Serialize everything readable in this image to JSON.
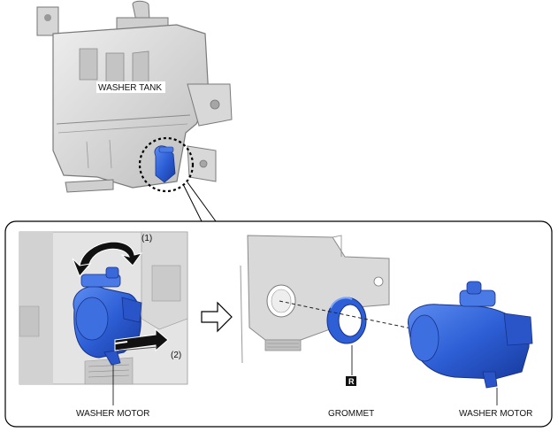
{
  "labels": {
    "washer_tank": "WASHER TANK",
    "step_rotate": "(1)",
    "step_pull": "(2)",
    "washer_motor_left": "WASHER MOTOR",
    "washer_motor_right": "WASHER MOTOR",
    "grommet": "GROMMET",
    "replace_mark": "R"
  },
  "colors": {
    "tank_gray": "#dcdcdc",
    "tank_edge": "#7a7a7a",
    "motor_blue": "#2e5fd6",
    "motor_dark": "#1b3a93",
    "callout_dash": "#000000"
  },
  "icons": {
    "arrow_next": "hollow-right-arrow-icon",
    "rotate_arrow": "curved-rotate-arrow-icon",
    "pull_arrow": "pull-out-arrow-icon",
    "replace_badge": "replace-part-badge-icon"
  }
}
